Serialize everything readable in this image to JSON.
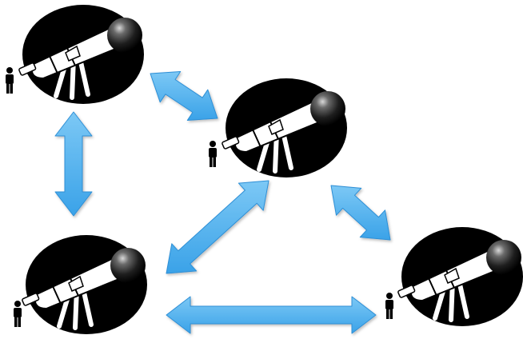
{
  "diagram": {
    "nodes": [
      {
        "id": "telescope-top-left",
        "icon": "telescope-icon",
        "observer_icon": "person-icon"
      },
      {
        "id": "telescope-center",
        "icon": "telescope-icon",
        "observer_icon": "person-icon"
      },
      {
        "id": "telescope-bottom-left",
        "icon": "telescope-icon",
        "observer_icon": "person-icon"
      },
      {
        "id": "telescope-bottom-right",
        "icon": "telescope-icon",
        "observer_icon": "person-icon"
      }
    ],
    "edges": [
      {
        "from": "telescope-top-left",
        "to": "telescope-center",
        "direction": "both"
      },
      {
        "from": "telescope-top-left",
        "to": "telescope-bottom-left",
        "direction": "both"
      },
      {
        "from": "telescope-center",
        "to": "telescope-bottom-left",
        "direction": "both"
      },
      {
        "from": "telescope-center",
        "to": "telescope-bottom-right",
        "direction": "both"
      },
      {
        "from": "telescope-bottom-left",
        "to": "telescope-bottom-right",
        "direction": "both"
      }
    ]
  },
  "colors": {
    "arrow": "#4fb3f0",
    "arrow_edge": "#2d8fd6",
    "disc": "#000000",
    "telescope_tube": "#ffffff",
    "lens_ball": "#2a2a2a",
    "person": "#000000",
    "background": "#ffffff"
  }
}
